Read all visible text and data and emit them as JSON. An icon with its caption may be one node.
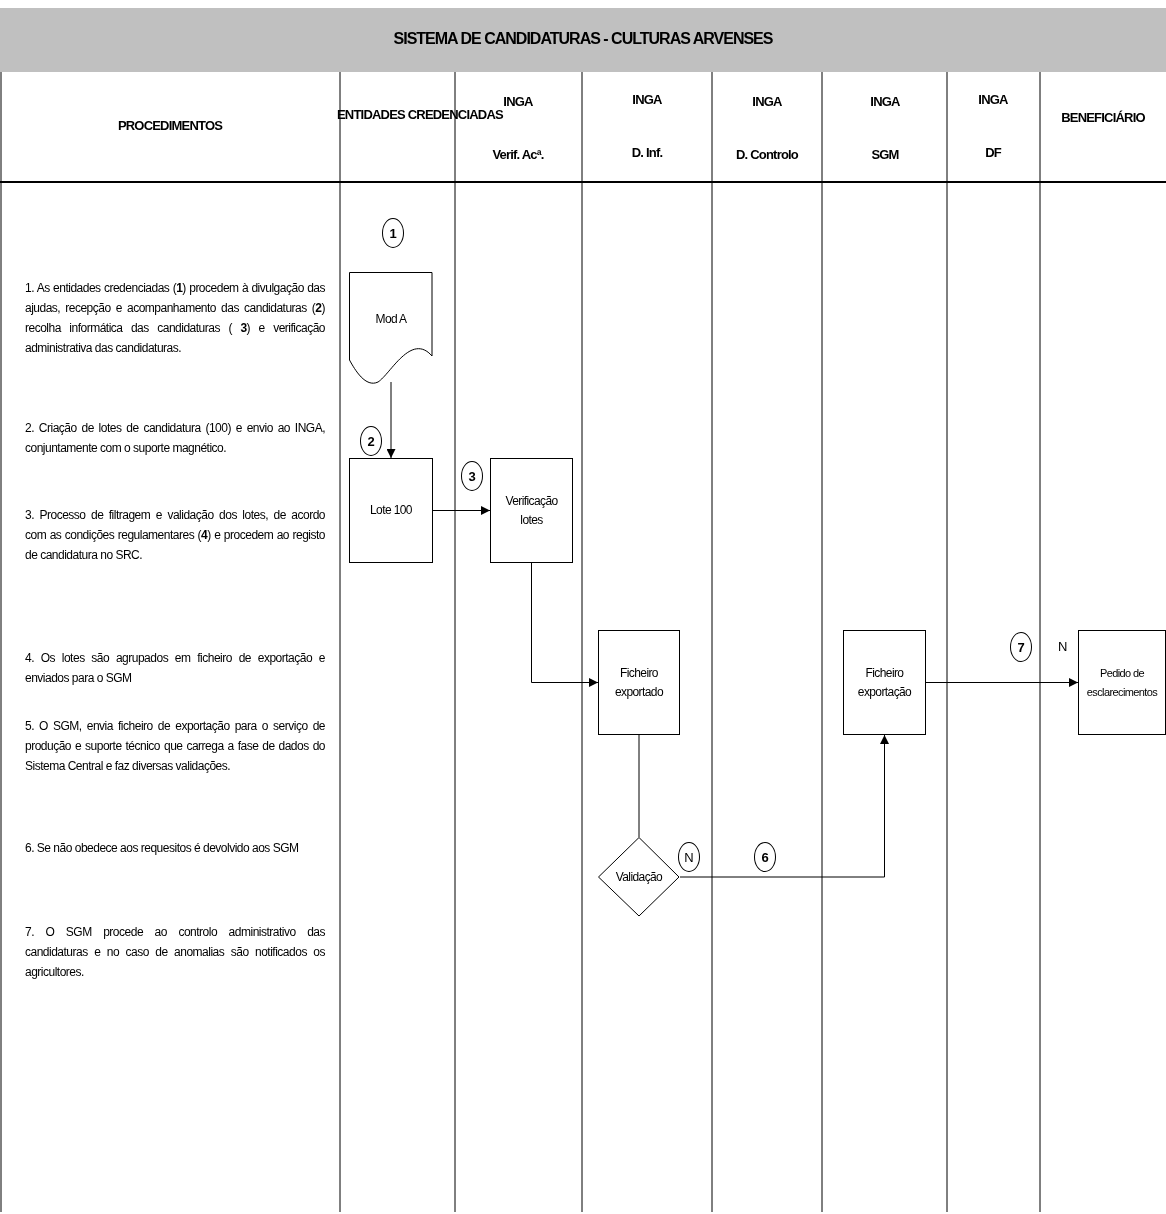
{
  "diagram": {
    "title": "SISTEMA DE CANDIDATURAS - CULTURAS ARVENSES",
    "nodes": [
      {
        "text": [
          "Mod A"
        ]
      },
      {
        "text": [
          "Lote 100"
        ]
      },
      {
        "text": [
          "Verificação lotes"
        ]
      },
      {
        "text": [
          "Ficheiro exportado"
        ]
      },
      {
        "text": [
          "Validação"
        ]
      },
      {
        "text": [
          "Ficheiro exportação"
        ]
      },
      {
        "text": [
          "Pedido de esclarecimentos"
        ]
      }
    ],
    "edges": [
      {
        "from": 0,
        "to": 1,
        "arrow": "to"
      },
      {
        "from": 1,
        "to": 2,
        "arrow": "to"
      },
      {
        "from": 2,
        "to": 3,
        "arrow": "to"
      },
      {
        "from": 3,
        "to": 4,
        "arrow": "none"
      },
      {
        "from": 4,
        "to": 5,
        "arrow": "to"
      },
      {
        "from": 5,
        "to": 6,
        "arrow": "to"
      }
    ],
    "labels": [
      "PROCEDIMENTOS",
      "ENTIDADES CREDENCIADAS",
      "INGA",
      "Verif. Acª.",
      "INGA",
      "D. Inf.",
      "INGA",
      "D. Controlo",
      "INGA",
      "SGM",
      "INGA",
      "DF",
      "BENEFICIÁRIO",
      "1. As entidades credenciadas (**1**) procedem à divulgação das ajudas, recepção e acompanhamento das candidaturas (**2**) recolha informática das candidaturas ( **3**) e verificação administrativa das candidaturas.",
      "2. Criação de lotes de candidatura (100) e envio ao INGA, conjuntamente com o suporte magnético.",
      "3. Processo de filtragem e validação dos lotes, de acordo com as condições regulamentares (**4**) e procedem ao registo de candidatura no SRC.",
      "4. Os lotes são agrupados em ficheiro de exportação e enviados para o SGM",
      "5. O SGM, envia ficheiro de exportação para o serviço de produção e suporte técnico que carrega a fase de dados do Sistema Central e faz diversas validações.",
      "6. Se não obedece aos requesitos é devolvido aos SGM",
      "7. O SGM procede ao controlo administrativo das candidaturas e no caso de anomalias são notificados os agricultores.",
      "1",
      "2",
      "3",
      "N",
      "6",
      "7",
      "N"
    ]
  }
}
